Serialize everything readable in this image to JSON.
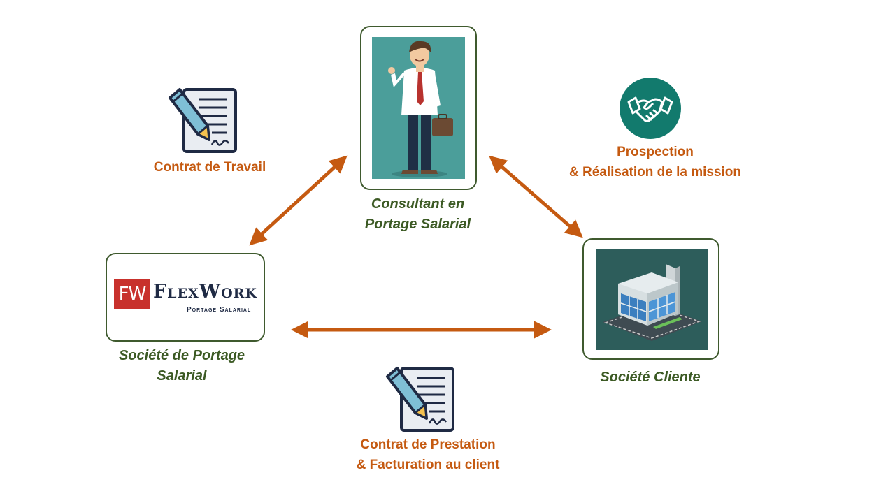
{
  "nodes": {
    "consultant": {
      "label_line1": "Consultant en",
      "label_line2": "Portage Salarial"
    },
    "societe_portage": {
      "label_line1": "Société de Portage",
      "label_line2": "Salarial"
    },
    "societe_cliente": {
      "label": "Société Cliente"
    }
  },
  "logo": {
    "badge": "FW",
    "name": "FlexWork",
    "tagline": "Portage Salarial"
  },
  "relations": {
    "contrat_travail": {
      "label": "Contrat de Travail"
    },
    "prospection": {
      "label_line1": "Prospection",
      "label_line2": "& Réalisation de la mission"
    },
    "contrat_prestation": {
      "label_line1": "Contrat de Prestation",
      "label_line2": "& Facturation au client"
    }
  },
  "colors": {
    "arrow": "#c55a11",
    "node_label": "#3c5a24",
    "card_border": "#3f5a2e",
    "teal": "#4b9e9a",
    "logo_red": "#c8312c"
  },
  "icons": [
    "contract-icon",
    "handshake-icon",
    "consultant-illustration",
    "building-illustration"
  ]
}
